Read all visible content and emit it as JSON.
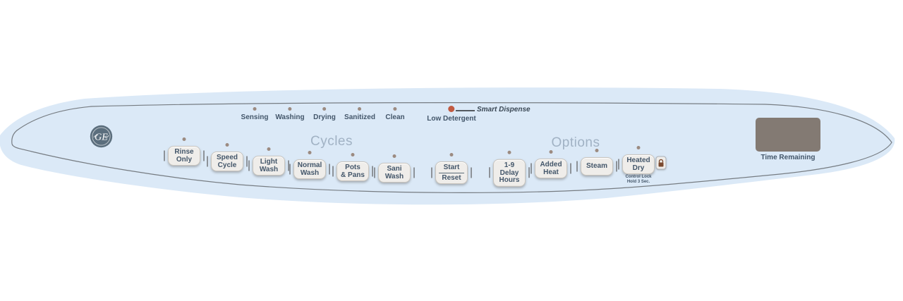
{
  "brand": {
    "logo_text": "GE"
  },
  "status_indicators": {
    "items": [
      {
        "id": "sensing",
        "label": "Sensing"
      },
      {
        "id": "washing",
        "label": "Washing"
      },
      {
        "id": "drying",
        "label": "Drying"
      },
      {
        "id": "sanitized",
        "label": "Sanitized"
      },
      {
        "id": "clean",
        "label": "Clean"
      },
      {
        "id": "low-detergent",
        "label": "Low Detergent",
        "highlight": true
      }
    ],
    "smart_dispense_label": "Smart Dispense"
  },
  "sections": {
    "cycles_heading": "Cycles",
    "options_heading": "Options"
  },
  "cycle_buttons": [
    {
      "id": "rinse-only",
      "lines": [
        "Rinse",
        "Only"
      ]
    },
    {
      "id": "speed-cycle",
      "lines": [
        "Speed",
        "Cycle"
      ]
    },
    {
      "id": "light-wash",
      "lines": [
        "Light",
        "Wash"
      ]
    },
    {
      "id": "normal-wash",
      "lines": [
        "Normal",
        "Wash"
      ]
    },
    {
      "id": "pots-pans",
      "lines": [
        "Pots",
        "& Pans"
      ]
    },
    {
      "id": "sani-wash",
      "lines": [
        "Sani",
        "Wash"
      ]
    },
    {
      "id": "start-reset",
      "lines": [
        "Start",
        "Reset"
      ],
      "divider": true
    }
  ],
  "option_buttons": [
    {
      "id": "delay-hours",
      "lines": [
        "1-9",
        "Delay",
        "Hours"
      ]
    },
    {
      "id": "added-heat",
      "lines": [
        "Added",
        "Heat"
      ]
    },
    {
      "id": "steam",
      "lines": [
        "Steam"
      ]
    },
    {
      "id": "heated-dry",
      "lines": [
        "Heated",
        "Dry"
      ]
    }
  ],
  "control_lock": {
    "line1": "Control Lock",
    "line2": "Hold 3 Sec."
  },
  "display": {
    "label": "Time Remaining",
    "value": ""
  },
  "colors": {
    "panel": "#dbe9f7",
    "outline": "#767c82",
    "button_face": "#efedea",
    "text": "#43566a",
    "heading": "#a1b2c4",
    "led": "#9c8b81",
    "alert_led": "#c15a41",
    "screen": "#837a73",
    "logo": "#5b6e7d"
  }
}
